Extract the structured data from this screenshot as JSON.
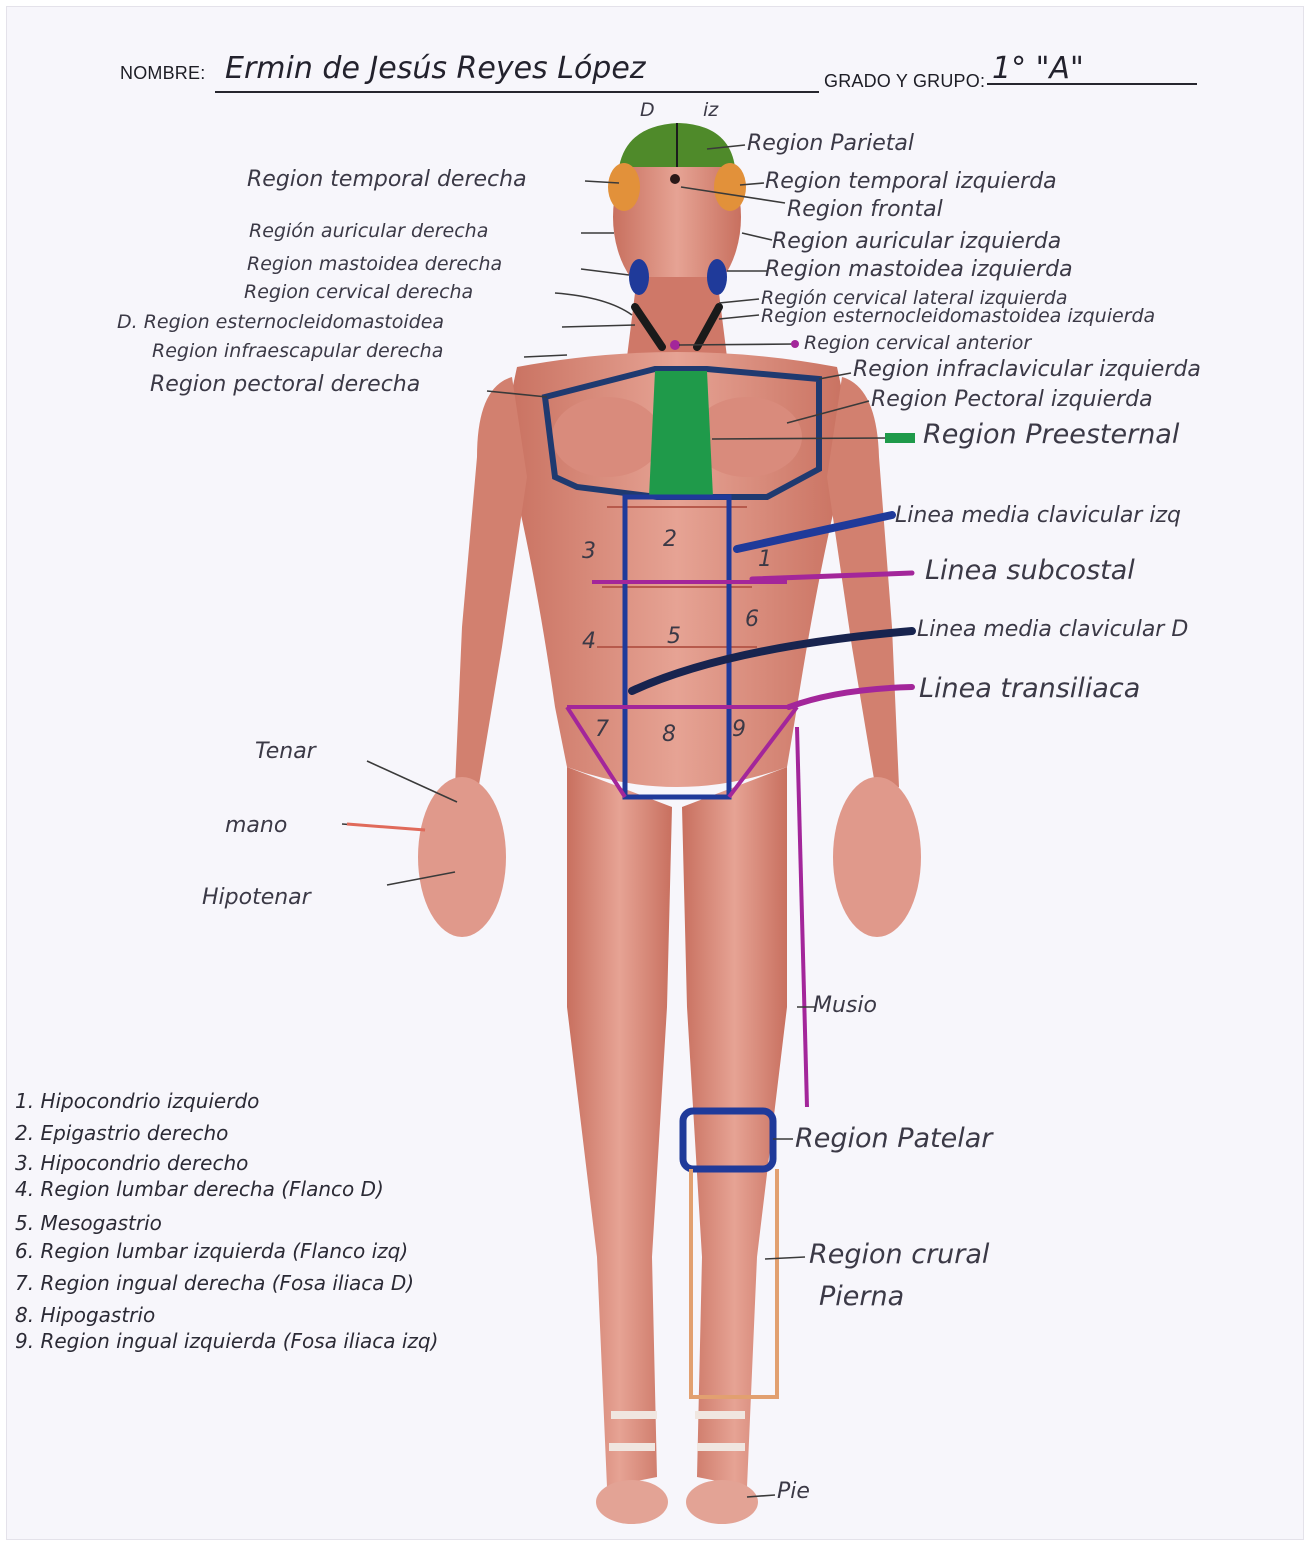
{
  "header": {
    "nombre_label": "NOMBRE:",
    "nombre_value": "Ermin de Jesús Reyes López",
    "grado_label": "GRADO Y GRUPO:",
    "grado_value": "1° \"A\"",
    "side_d": "D",
    "side_iz": "iz"
  },
  "labels": {
    "left": [
      "Region temporal derecha",
      "Región auricular derecha",
      "Region mastoidea derecha",
      "Region cervical derecha",
      "D. Region esternocleidomastoidea",
      "Region infraescapular derecha",
      "Region pectoral derecha"
    ],
    "right": [
      "Region Parietal",
      "Region temporal izquierda",
      "Region frontal",
      "Region auricular izquierda",
      "Region mastoidea izquierda",
      "Región cervical lateral izquierda",
      "Region esternocleidomastoidea izquierda",
      "Region cervical anterior",
      "Region infraclavicular izquierda",
      "Region Pectoral izquierda",
      "Region Preesternal"
    ],
    "lines": [
      "Linea media clavicular izq",
      "Linea subcostal",
      "Linea media clavicular D",
      "Linea transiliaca"
    ],
    "hand": [
      "Tenar",
      "mano",
      "Hipotenar"
    ],
    "leg": [
      "Musio",
      "Region Patelar",
      "Region crural",
      "Pierna",
      "Pie"
    ]
  },
  "abdomen_numbers": [
    "3",
    "2",
    "1",
    "4",
    "5",
    "6",
    "7",
    "8",
    "9"
  ],
  "legend": [
    "1. Hipocondrio izquierdo",
    "2. Epigastrio derecho",
    "3. Hipocondrio derecho",
    "4. Region lumbar derecha (Flanco D)",
    "5. Mesogastrio",
    "6. Region lumbar izquierda (Flanco izq)",
    "7. Region ingual derecha (Fosa iliaca D)",
    "8. Hipogastrio",
    "9. Region ingual izquierda (Fosa iliaca izq)"
  ],
  "colors": {
    "skin": "#d9897a",
    "muscle": "#c76a5c",
    "ink_blue": "#1f3a9a",
    "ink_navy": "#18244f",
    "ink_purple": "#a3269a",
    "ink_green": "#1f9a4a",
    "ink_orange": "#e2913a",
    "ink_olive": "#3f8a2a"
  }
}
